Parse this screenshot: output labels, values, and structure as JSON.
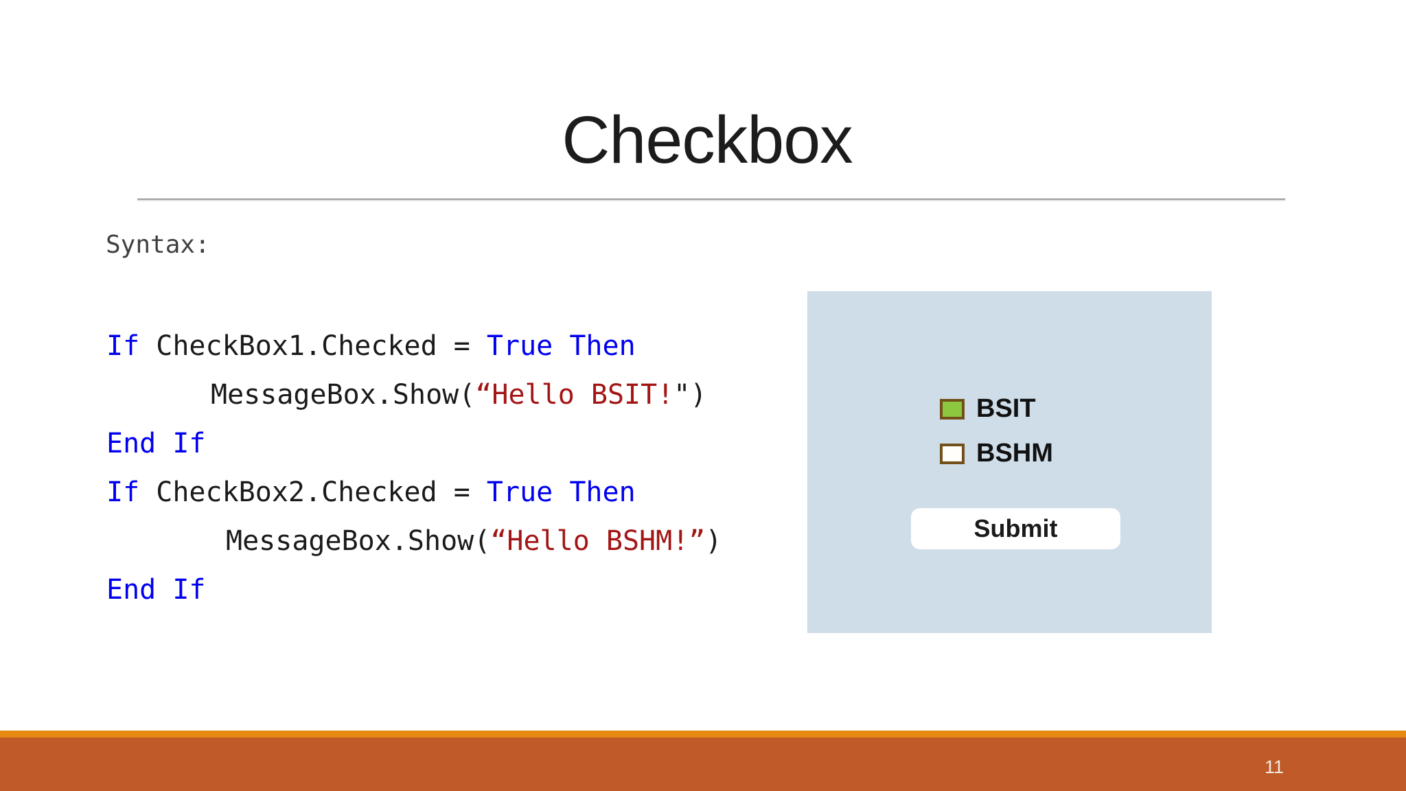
{
  "slide": {
    "title": "Checkbox",
    "page_number": "11"
  },
  "syntax": {
    "label": "Syntax:"
  },
  "code": {
    "lines": [
      {
        "indent": 0,
        "segments": [
          {
            "text": "If",
            "role": "keyword"
          },
          {
            "text": " CheckBox1.Checked = ",
            "role": "plain"
          },
          {
            "text": "True Then",
            "role": "keyword"
          }
        ]
      },
      {
        "indent": 1,
        "segments": [
          {
            "text": "MessageBox.Show(",
            "role": "plain"
          },
          {
            "text": "“Hello BSIT!",
            "role": "string"
          },
          {
            "text": "\")",
            "role": "plain"
          }
        ]
      },
      {
        "indent": 0,
        "segments": [
          {
            "text": "End If",
            "role": "keyword"
          }
        ]
      },
      {
        "indent": 0,
        "segments": [
          {
            "text": "If",
            "role": "keyword"
          },
          {
            "text": " CheckBox2.Checked = ",
            "role": "plain"
          },
          {
            "text": "True Then",
            "role": "keyword"
          }
        ]
      },
      {
        "indent": 2,
        "segments": [
          {
            "text": "MessageBox.Show(",
            "role": "plain"
          },
          {
            "text": "“Hello BSHM!”",
            "role": "string"
          },
          {
            "text": ")",
            "role": "plain"
          }
        ]
      },
      {
        "indent": 0,
        "segments": [
          {
            "text": "End If",
            "role": "keyword"
          }
        ]
      }
    ]
  },
  "demo_panel": {
    "checkboxes": [
      {
        "label": "BSIT",
        "checked": true
      },
      {
        "label": "BSHM",
        "checked": false
      }
    ],
    "submit_label": "Submit"
  },
  "colors": {
    "title_text": "#1c1c1c",
    "rule": "#9d9d9d",
    "syntax_label": "#3f3f3f",
    "keyword": "#0000ee",
    "plain": "#1a1a1a",
    "string": "#a31515",
    "panel_bg": "#cfdde9",
    "checkbox_checked_fill": "#8dc63f",
    "checkbox_unchecked_fill": "#fffefb",
    "checkbox_border": "#71501a",
    "button_bg": "#ffffff",
    "button_text": "#1a1a1a",
    "label_text": "#111111",
    "footer_stripe": "#e78a12",
    "footer_bar": "#c05b29",
    "page_number": "#f2e9df"
  }
}
